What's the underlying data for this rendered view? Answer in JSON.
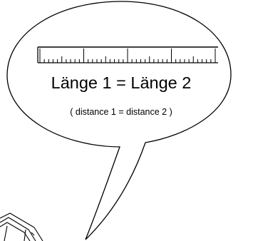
{
  "caption": {
    "main": "Länge 1 =  Länge 2",
    "subtitle": "( distance 1 =  distance 2 )"
  },
  "colors": {
    "ink": "#000000",
    "background": "#ffffff",
    "bubble_fill": "#ffffff"
  },
  "icons": {
    "ruler": "ruler-icon",
    "object_corner": "drawer-corner-illustration"
  }
}
